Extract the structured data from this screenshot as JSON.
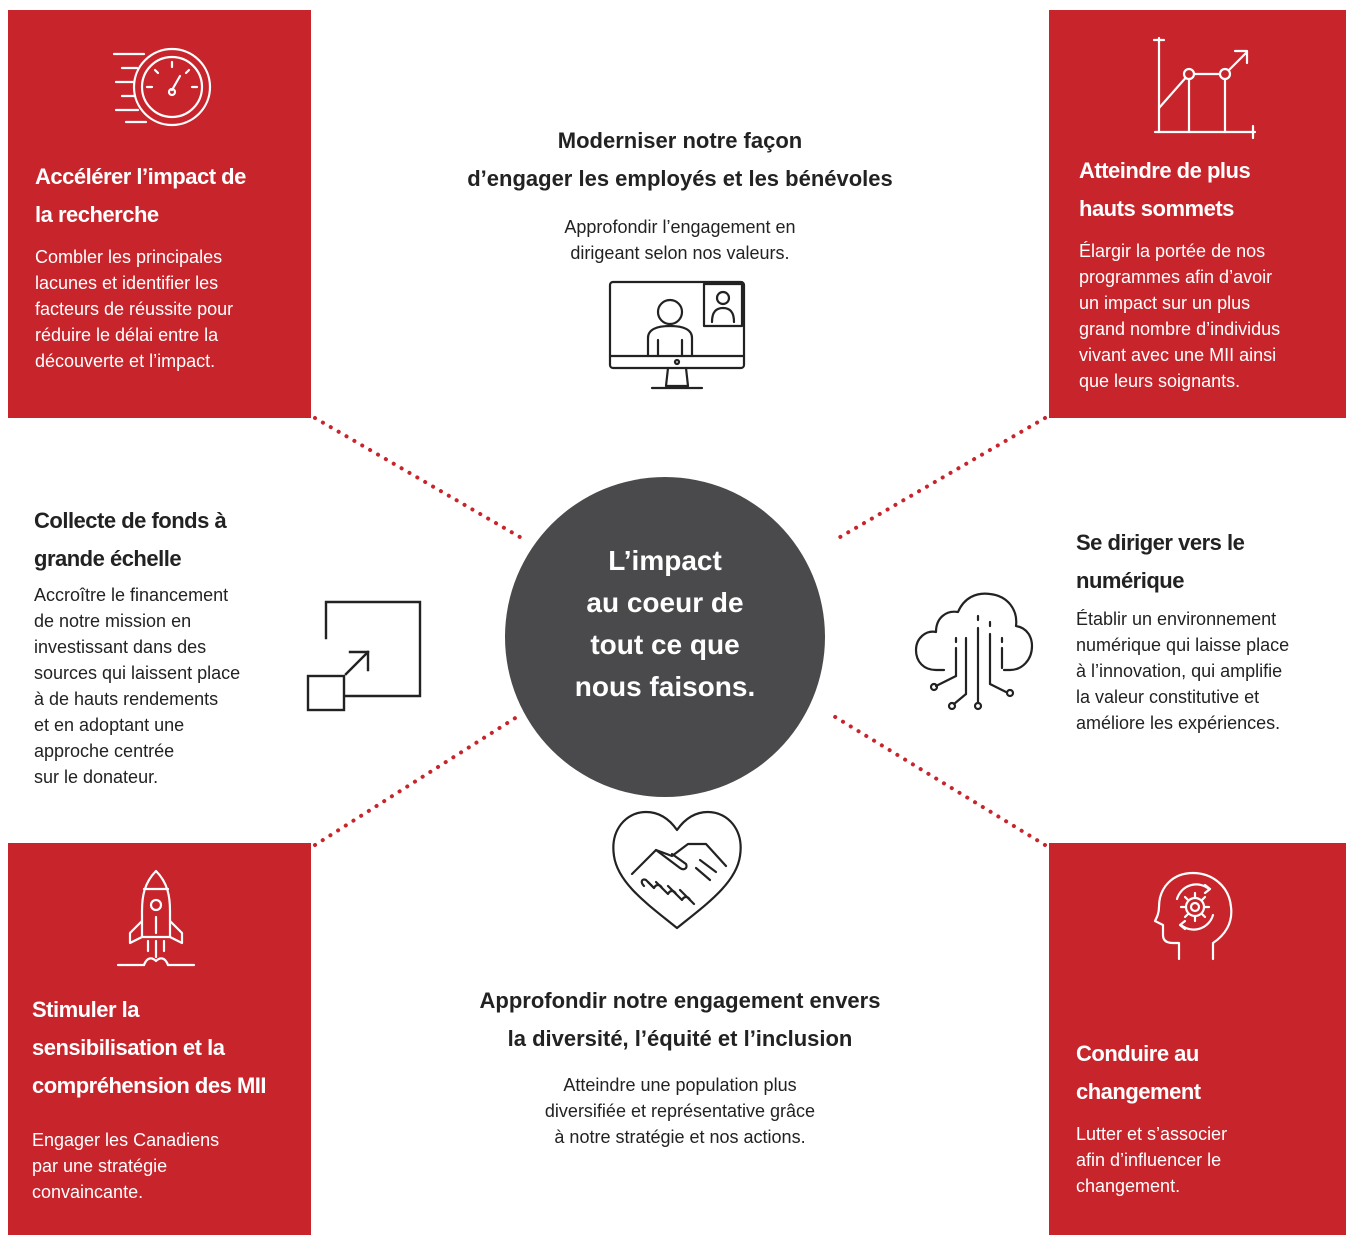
{
  "colors": {
    "accent": "#c8242b",
    "hub": "#4a4a4c",
    "text": "#222222"
  },
  "hub": {
    "lines": [
      "L’impact",
      "au coeur de",
      "tout ce que",
      "nous faisons."
    ]
  },
  "boxes": {
    "top_left": {
      "icon": "speedometer-icon",
      "title": [
        "Accélérer l’impact de",
        "la recherche"
      ],
      "body": [
        "Combler les principales",
        "lacunes et identifier les",
        "facteurs de réussite pour",
        "réduire le délai entre la",
        "découverte et l’impact."
      ]
    },
    "top_right": {
      "icon": "growth-chart-icon",
      "title": [
        "Atteindre de plus",
        "hauts sommets"
      ],
      "body": [
        "Élargir la portée de nos",
        "programmes afin d’avoir",
        "un impact sur un plus",
        "grand nombre d’individus",
        "vivant avec une MII ainsi",
        "que leurs soignants."
      ]
    },
    "bottom_left": {
      "icon": "rocket-icon",
      "title": [
        "Stimuler la",
        "sensibilisation et la",
        "compréhension des MII"
      ],
      "body": [
        "Engager les Canadiens",
        "par une stratégie",
        "convaincante."
      ]
    },
    "bottom_right": {
      "icon": "head-gear-icon",
      "title": [
        "Conduire au",
        "changement"
      ],
      "body": [
        "Lutter et s’associer",
        "afin d’influencer le",
        "changement."
      ]
    }
  },
  "top_center": {
    "icon": "video-call-monitor-icon",
    "title": [
      "Moderniser notre façon",
      "d’engager les employés et les bénévoles"
    ],
    "body": [
      "Approfondir l’engagement en",
      "dirigeant selon nos valeurs."
    ]
  },
  "left_middle": {
    "icon": "scale-up-icon",
    "title": [
      "Collecte de fonds à",
      "grande échelle"
    ],
    "body": [
      "Accroître le financement",
      "de notre mission en",
      "investissant dans des",
      "sources qui laissent place",
      "à de hauts rendements",
      "et en adoptant une",
      "approche centrée",
      "sur le donateur."
    ]
  },
  "right_middle": {
    "icon": "cloud-circuit-icon",
    "title": [
      "Se diriger vers le",
      "numérique"
    ],
    "body": [
      "Établir un environnement",
      "numérique qui laisse place",
      "à l’innovation, qui amplifie",
      "la valeur constitutive et",
      "améliore les expériences."
    ]
  },
  "bottom_center": {
    "icon": "heart-handshake-icon",
    "title": [
      "Approfondir notre engagement envers",
      "la diversité, l’équité et l’inclusion"
    ],
    "body": [
      "Atteindre une population plus",
      "diversifiée et représentative grâce",
      "à notre stratégie et nos actions."
    ]
  }
}
